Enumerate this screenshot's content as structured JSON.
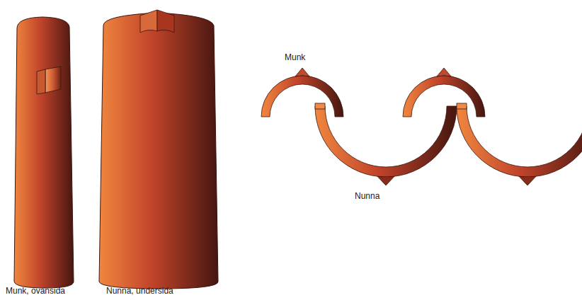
{
  "diagram": {
    "labels": [
      "Munk, ovansida",
      "Nunna, undersida",
      "Munk",
      "Nunna"
    ]
  }
}
